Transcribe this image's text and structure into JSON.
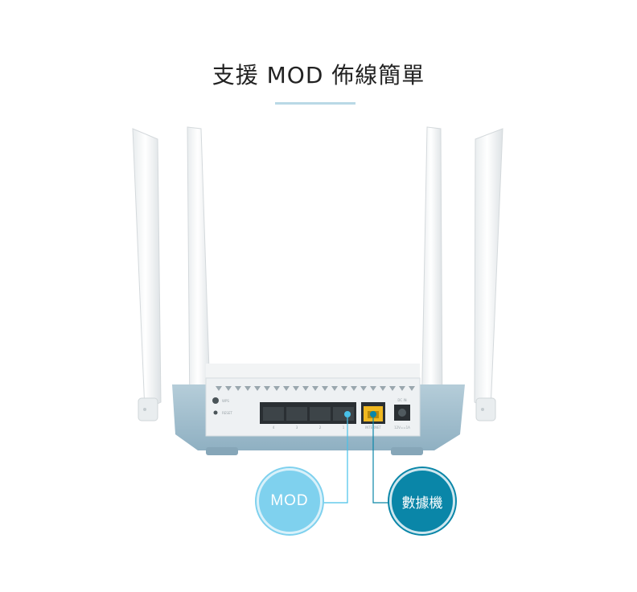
{
  "heading": {
    "title": "支援 MOD 佈線簡單"
  },
  "router": {
    "buttons": {
      "wps": "WPS",
      "reset": "RESET"
    },
    "ports": [
      "4",
      "3",
      "2",
      "1"
    ],
    "internet_label": "INTERNET",
    "power_top": "DC IN",
    "power_bottom": "12V==1A"
  },
  "callouts": {
    "mod": "MOD",
    "stb": "數據機"
  },
  "colors": {
    "mod_line": "#48c1e8",
    "stb_line": "#0a86a8",
    "internet_port": "#f0b820",
    "body_blue": "#9cb9c9"
  }
}
